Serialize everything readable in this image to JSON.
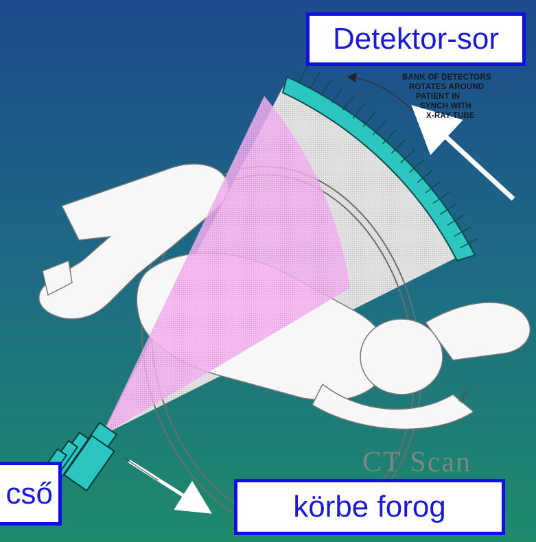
{
  "labels": {
    "detector_row": "Detektor-sor",
    "rotates": "körbe forog",
    "tube": "cső"
  },
  "annotation": {
    "line1": "BANK OF DETECTORS",
    "line2": "ROTATES AROUND",
    "line3": "PATIENT IN",
    "line4": "SYNCH WITH",
    "line5": "X-RAY TUBE"
  },
  "figure_caption": "CT Scan",
  "artist_signature": "SAN",
  "colors": {
    "background_top": "#1d4f8e",
    "background_bottom": "#1f8a6b",
    "label_border": "#1010e0",
    "label_text": "#1a1ad6",
    "detector_fill": "#2cc6c0",
    "beam_pink": "#f0a6ee",
    "beam_gray": "#d9d9d9"
  }
}
